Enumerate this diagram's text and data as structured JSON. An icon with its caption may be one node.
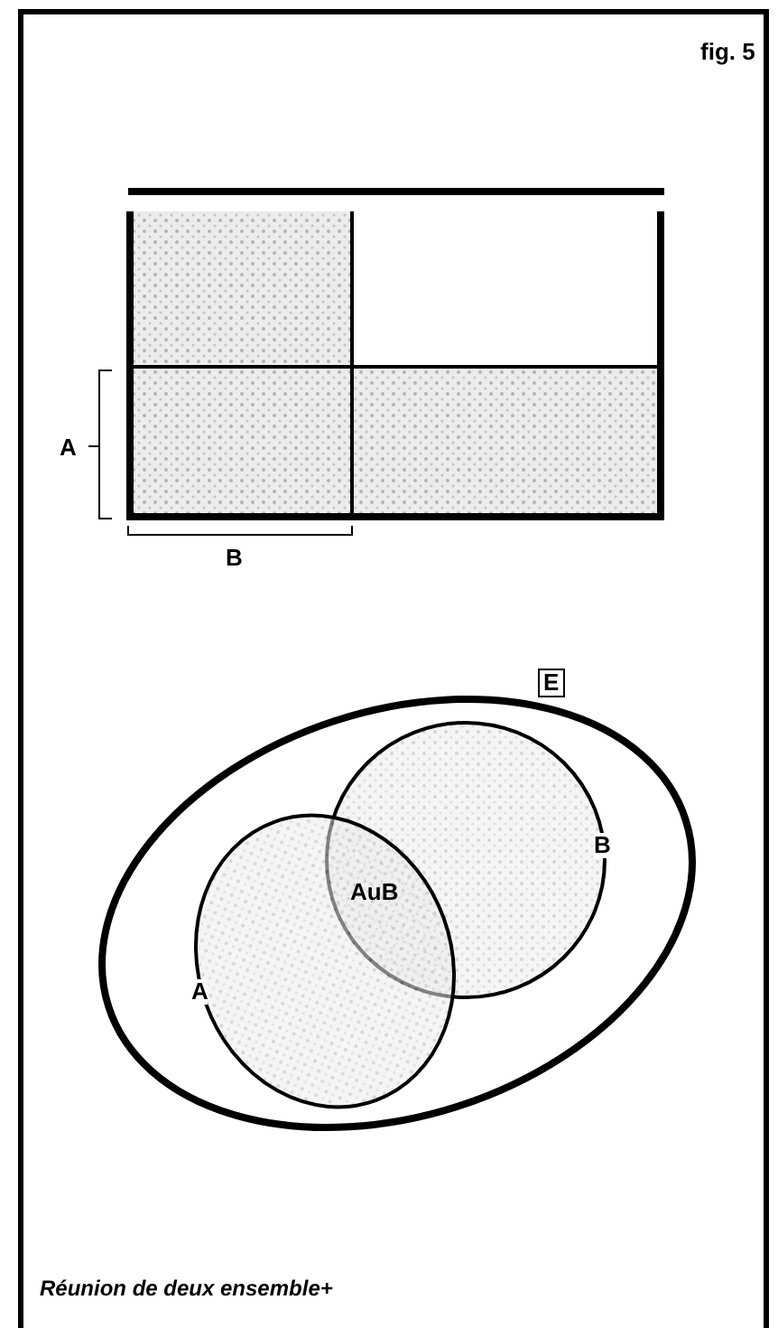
{
  "diagram": {
    "caption": "Réunion de deux ensemble+",
    "nodes": [
      {
        "text": [
          "E"
        ]
      },
      {
        "text": [
          "A"
        ],
        "in": 0
      },
      {
        "text": [
          "B"
        ],
        "in": 0
      }
    ],
    "labels": [
      "fig. 5",
      "A",
      "B",
      "AuB"
    ]
  }
}
